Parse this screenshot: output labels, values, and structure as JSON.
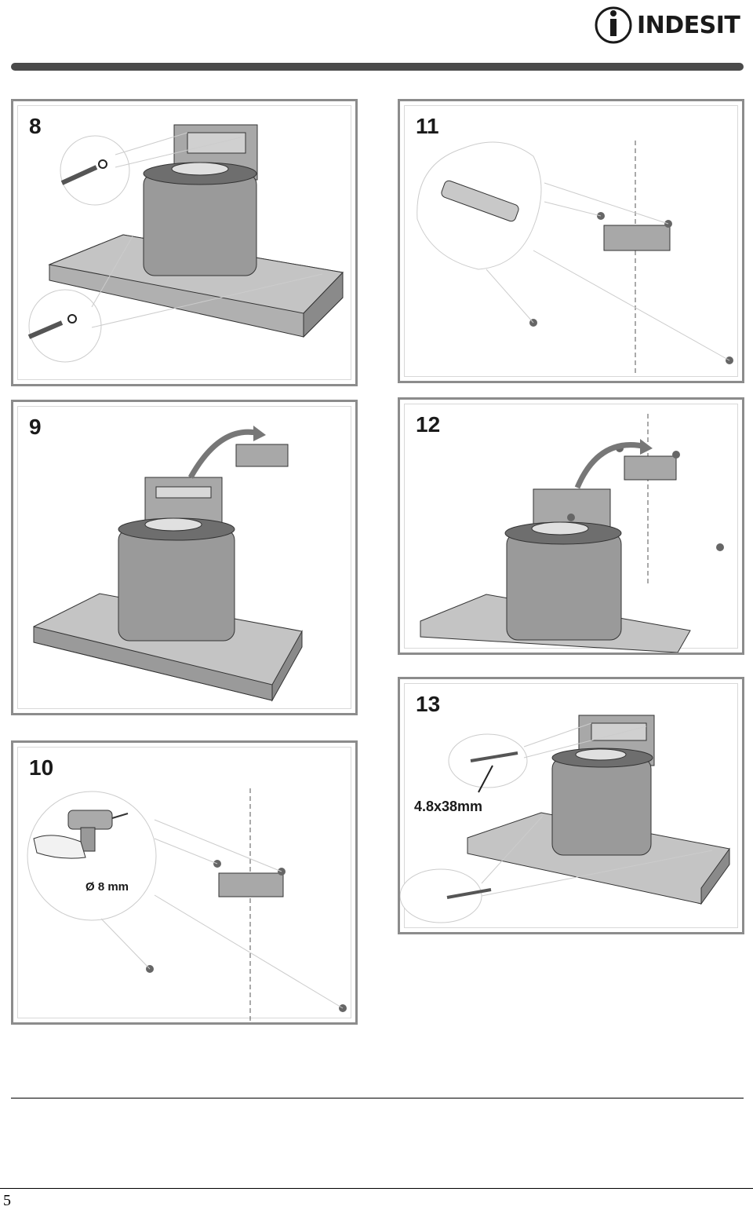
{
  "brand": {
    "name": "INDESIT"
  },
  "steps": [
    {
      "number": "8"
    },
    {
      "number": "9"
    },
    {
      "number": "10",
      "drill_label": "Ø 8 mm"
    },
    {
      "number": "11"
    },
    {
      "number": "12"
    },
    {
      "number": "13",
      "screw_label": "4.8x38mm"
    }
  ],
  "footer": {
    "page_number": "5"
  },
  "colors": {
    "frame": "#8c8c8c",
    "bar": "#4a4a4a",
    "hood": "#9a9a9a"
  }
}
